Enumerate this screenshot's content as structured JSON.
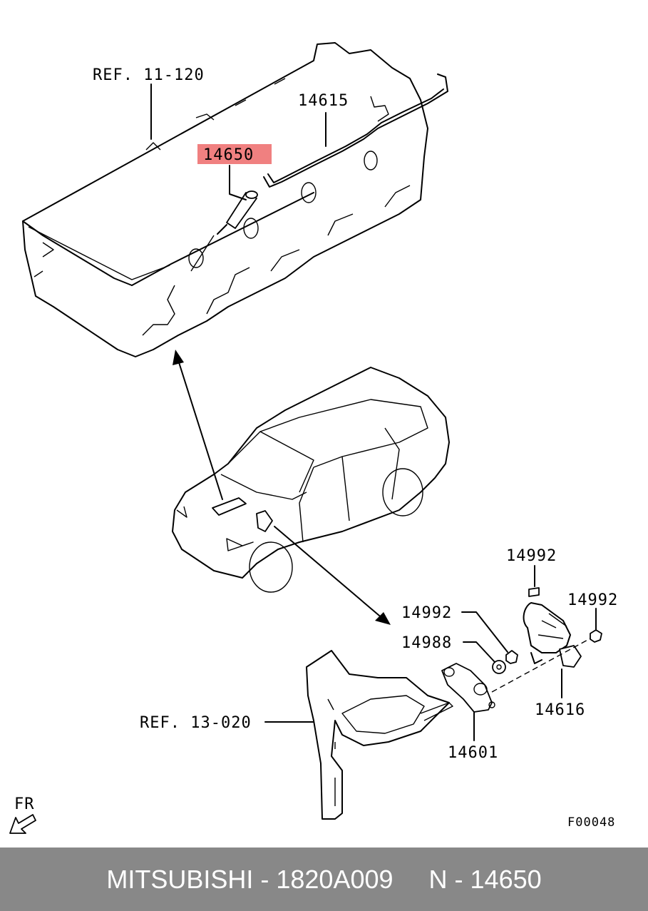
{
  "diagram": {
    "ref_top": "REF. 11-120",
    "ref_bottom": "REF. 13-020",
    "highlight_color": "#f08080",
    "parts": {
      "p14650": "14650",
      "p14615": "14615",
      "p14992a": "14992",
      "p14992b": "14992",
      "p14992c": "14992",
      "p14988": "14988",
      "p14616": "14616",
      "p14601": "14601"
    },
    "direction_label": "FR",
    "figure_code": "F00048"
  },
  "footer": {
    "text": "MITSUBISHI - 1820A009     N - 14650",
    "background": "#888888"
  }
}
